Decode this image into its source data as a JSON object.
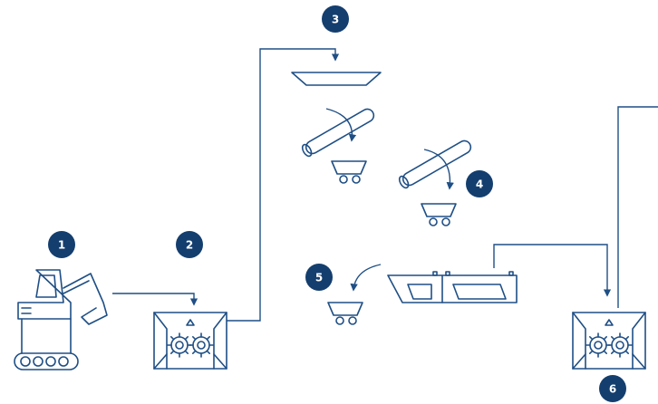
{
  "diagram": {
    "steps": [
      {
        "number": "1",
        "icon": "excavator-icon"
      },
      {
        "number": "2",
        "icon": "crusher-icon"
      },
      {
        "number": "3",
        "icon": "hopper-icon"
      },
      {
        "number": "4",
        "icon": "conveyor-cart-icon"
      },
      {
        "number": "5",
        "icon": "separator-tank-icon"
      },
      {
        "number": "6",
        "icon": "crusher-icon"
      }
    ],
    "colors": {
      "line": "#1f4f85",
      "badge": "#143e6e",
      "background": "#ffffff"
    }
  }
}
